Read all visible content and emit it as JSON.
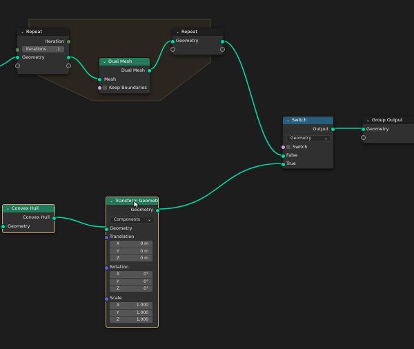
{
  "colors": {
    "geometry_link": "#00d6a3",
    "frame": "#2a261f",
    "frame_border": "#4a3e2c"
  },
  "nodes": {
    "repeat_in": {
      "title": "Repeat",
      "iteration": "Iteration",
      "iterations_label": "Iterations",
      "iterations_value": "1",
      "geometry": "Geometry"
    },
    "dual_mesh": {
      "title": "Dual Mesh",
      "output": "Dual Mesh",
      "mesh": "Mesh",
      "keep_boundaries": "Keep Boundaries"
    },
    "repeat_out": {
      "title": "Repeat",
      "geometry": "Geometry"
    },
    "switch": {
      "title": "Switch",
      "output": "Output",
      "type_value": "Geometry",
      "switch_label": "Switch",
      "false_label": "False",
      "true_label": "True"
    },
    "group_output": {
      "title": "Group Output",
      "geometry": "Geometry"
    },
    "convex_hull": {
      "title": "Convex Hull",
      "output": "Convex Hull",
      "geometry": "Geometry"
    },
    "transform": {
      "title": "Transform Geometry",
      "output": "Geometry",
      "mode_value": "Components",
      "geometry": "Geometry",
      "translation": "Translation",
      "translation_values": [
        {
          "axis": "X",
          "value": "0 m"
        },
        {
          "axis": "Y",
          "value": "0 m"
        },
        {
          "axis": "Z",
          "value": "0 m"
        }
      ],
      "rotation": "Rotation",
      "rotation_values": [
        {
          "axis": "X",
          "value": "0°"
        },
        {
          "axis": "Y",
          "value": "0°"
        },
        {
          "axis": "Z",
          "value": "0°"
        }
      ],
      "scale": "Scale",
      "scale_values": [
        {
          "axis": "X",
          "value": "1.000"
        },
        {
          "axis": "Y",
          "value": "1.000"
        },
        {
          "axis": "Z",
          "value": "1.000"
        }
      ]
    }
  },
  "icons": {
    "collapse": "chevron-down-icon",
    "cursor": "mouse-pointer-icon"
  }
}
